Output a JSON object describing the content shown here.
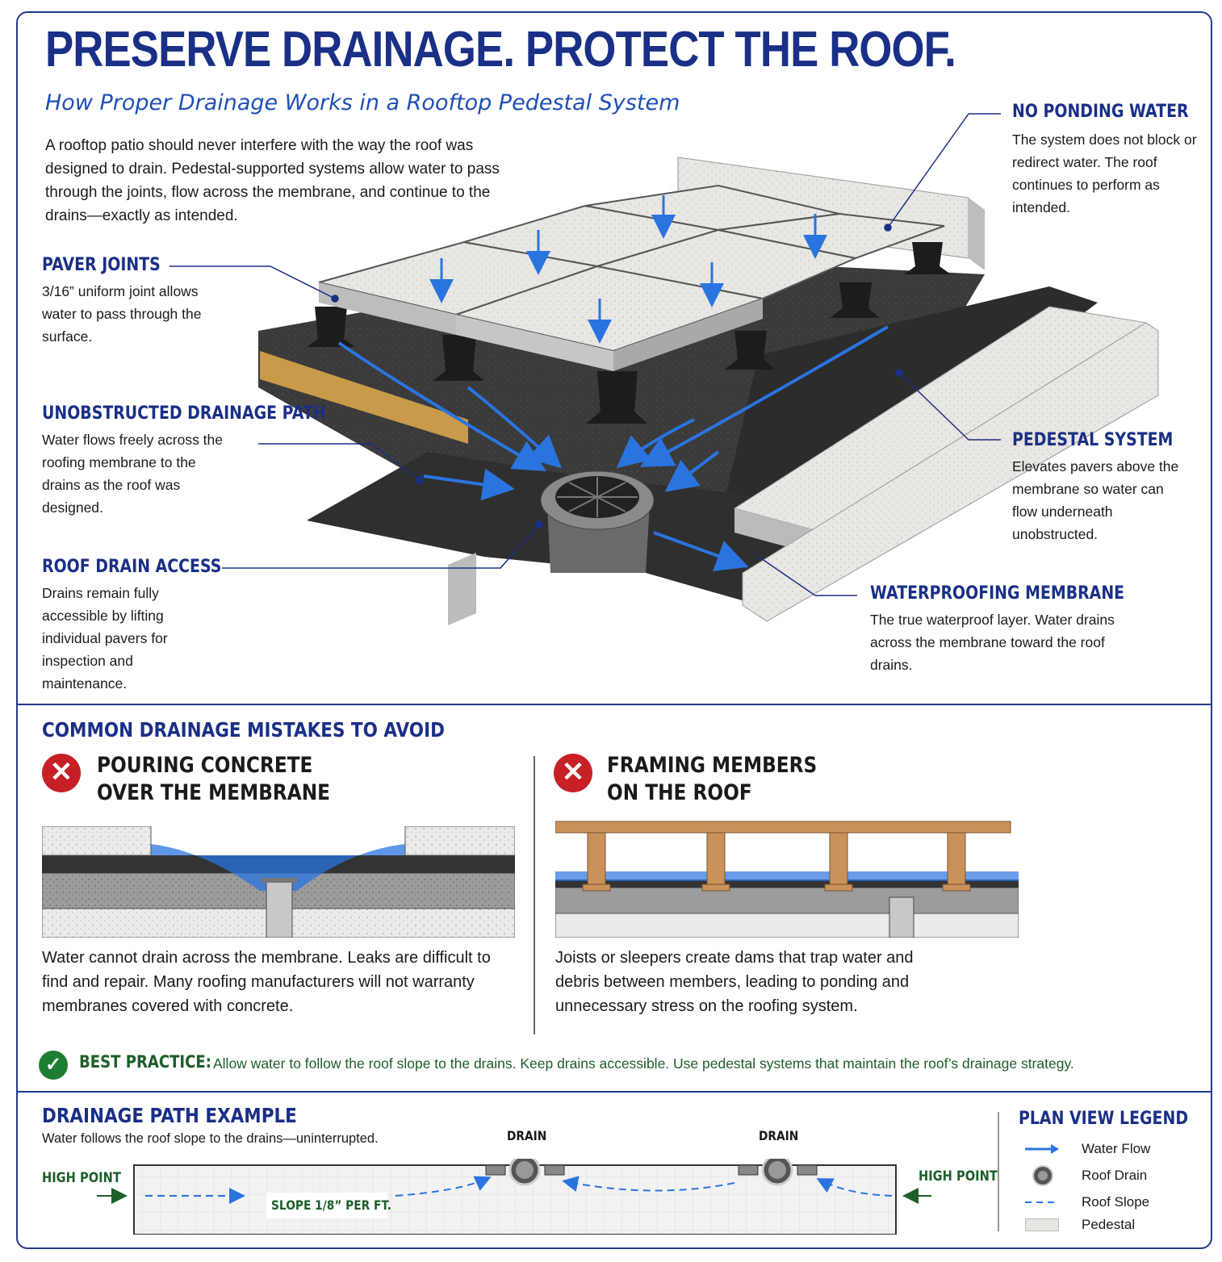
{
  "header": {
    "title": "PRESERVE DRAINAGE. PROTECT THE ROOF.",
    "subtitle": "How Proper Drainage Works in a Rooftop Pedestal System",
    "intro": "A rooftop patio should never interfere with the way the roof was designed to drain. Pedestal-supported systems allow water to pass through the joints, flow across the membrane, and continue to the drains—exactly as intended."
  },
  "callouts": {
    "no_ponding": {
      "heading": "NO PONDING WATER",
      "text": "The system does not block or redirect water. The roof continues to perform as intended."
    },
    "paver_joints": {
      "heading": "PAVER JOINTS",
      "text": "3/16” uniform joint allows water to pass through the surface."
    },
    "drainage_path": {
      "heading": "UNOBSTRUCTED DRAINAGE PATH",
      "text": "Water flows freely across the roofing membrane to the drains as the roof was designed."
    },
    "drain_access": {
      "heading": "ROOF DRAIN ACCESS",
      "text": "Drains remain fully accessible by lifting individual pavers for inspection and maintenance."
    },
    "pedestal_system": {
      "heading": "PEDESTAL SYSTEM",
      "text": "Elevates pavers above the membrane so water can flow underneath unobstructed."
    },
    "membrane": {
      "heading": "WATERPROOFING MEMBRANE",
      "text": "The true waterproof layer. Water drains across the membrane toward the roof drains."
    }
  },
  "mistakes": {
    "heading": "COMMON DRAINAGE MISTAKES TO AVOID",
    "concrete": {
      "title_line1": "POURING CONCRETE",
      "title_line2": "OVER THE MEMBRANE",
      "text": "Water cannot drain across the membrane. Leaks are difficult to find and repair. Many roofing manufacturers will not warranty membranes covered with concrete."
    },
    "framing": {
      "title_line1": "FRAMING MEMBERS",
      "title_line2": "ON THE ROOF",
      "text": "Joists or sleepers create dams that trap water and debris between members, leading to ponding and unnecessary stress on the roofing system."
    }
  },
  "best_practice": {
    "label": "BEST PRACTICE:",
    "text": "Allow water to follow the roof slope to the drains. Keep drains accessible. Use pedestal systems that maintain the roof’s drainage strategy."
  },
  "drainage_example": {
    "heading": "DRAINAGE PATH EXAMPLE",
    "subtext": "Water follows the roof slope to the drains—uninterrupted.",
    "high_point_left": "HIGH POINT",
    "high_point_right": "HIGH POINT",
    "drain_label_1": "DRAIN",
    "drain_label_2": "DRAIN",
    "slope_label": "SLOPE 1/8” PER FT."
  },
  "legend": {
    "heading": "PLAN VIEW LEGEND",
    "items": [
      {
        "icon": "arrow-icon",
        "label": "Water Flow"
      },
      {
        "icon": "drain-icon",
        "label": "Roof Drain"
      },
      {
        "icon": "dashed-line-icon",
        "label": "Roof Slope"
      },
      {
        "icon": "pedestal-swatch-icon",
        "label": "Pedestal"
      }
    ]
  },
  "colors": {
    "navy": "#1a2f86",
    "water_blue": "#2a74e0",
    "membrane": "#2c2c2c",
    "paver": "#e6e6e3",
    "error_red": "#c62026",
    "ok_green": "#1d7d33"
  }
}
